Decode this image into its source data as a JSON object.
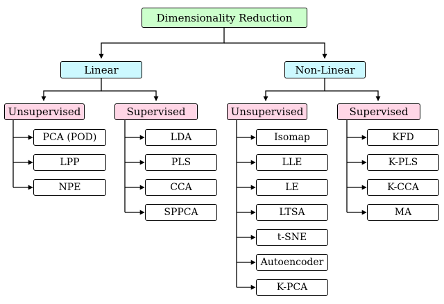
{
  "diagram": {
    "root": "Dimensionality Reduction",
    "linear": {
      "label": "Linear",
      "unsupervised": {
        "label": "Unsupervised",
        "methods": [
          "PCA (POD)",
          "LPP",
          "NPE"
        ]
      },
      "supervised": {
        "label": "Supervised",
        "methods": [
          "LDA",
          "PLS",
          "CCA",
          "SPPCA"
        ]
      }
    },
    "nonlinear": {
      "label": "Non-Linear",
      "unsupervised": {
        "label": "Unsupervised",
        "methods": [
          "Isomap",
          "LLE",
          "LE",
          "LTSA",
          "t-SNE",
          "Autoencoder",
          "K-PCA"
        ]
      },
      "supervised": {
        "label": "Supervised",
        "methods": [
          "KFD",
          "K-PLS",
          "K-CCA",
          "MA"
        ]
      }
    }
  }
}
